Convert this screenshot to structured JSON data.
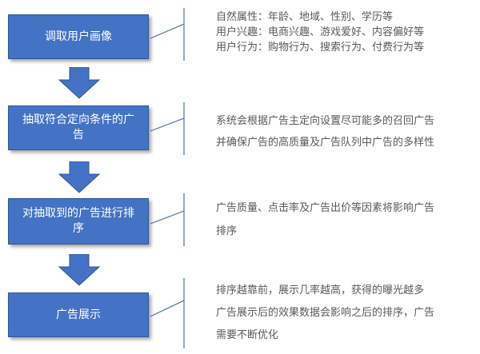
{
  "steps": [
    {
      "label": "调取用户画像",
      "desc": [
        "自然属性：年龄、地域、性别、学历等",
        "用户兴趣：电商兴趣、游戏爱好、内容偏好等",
        "用户行为：购物行为、搜索行为、付费行为等"
      ]
    },
    {
      "label": "抽取符合定向条件的广告",
      "desc": [
        "系统会根据广告主定向设置尽可能多的召回广告",
        "并确保广告的高质量及广告队列中广告的多样性"
      ]
    },
    {
      "label": "对抽取到的广告进行排序",
      "desc": [
        "广告质量、点击率及广告出价等因素将影响广告",
        "排序"
      ]
    },
    {
      "label": "广告展示",
      "desc": [
        "排序越靠前，展示几率越高，获得的曝光越多",
        "广告展示后的效果数据会影响之后的排序，广告",
        "需要不断优化"
      ]
    }
  ],
  "colors": {
    "box_fill": "#4472c4",
    "box_border": "#2f5597",
    "connector": "#4a6fa8",
    "text": "#595959"
  }
}
